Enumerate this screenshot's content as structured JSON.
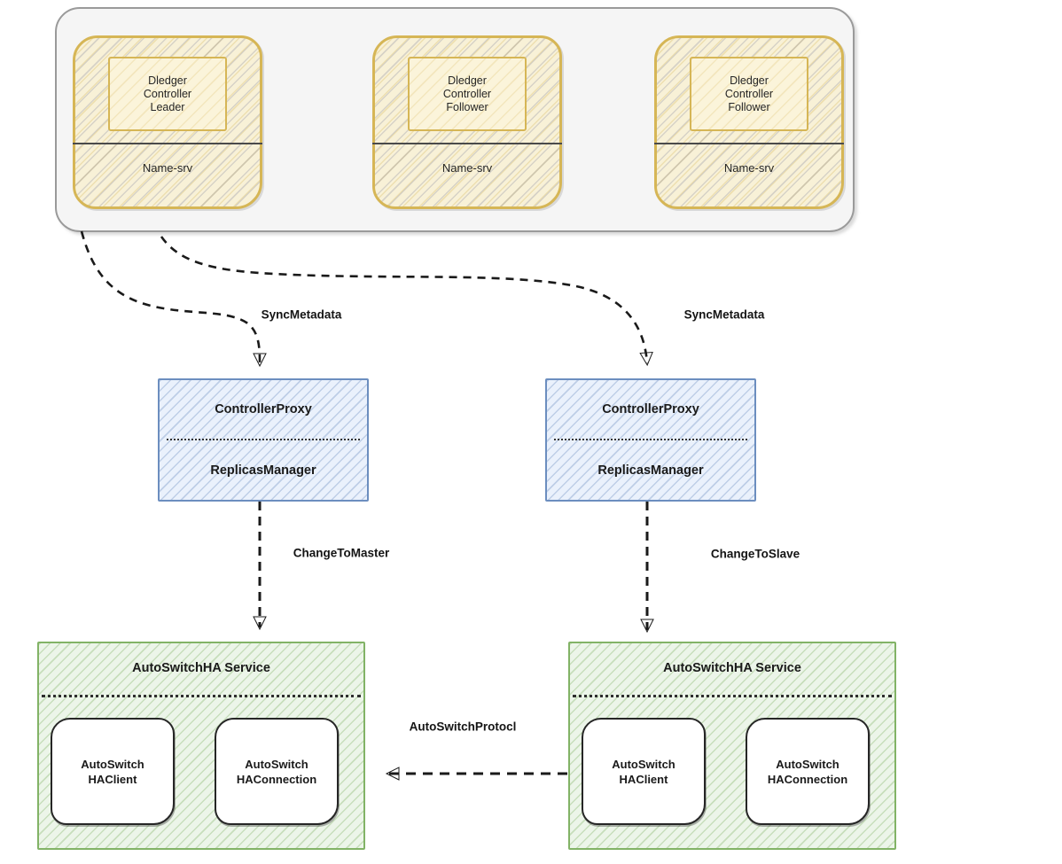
{
  "cluster": {
    "nodes": [
      {
        "controller": "Dledger\nController\nLeader",
        "service": "Name-srv"
      },
      {
        "controller": "Dledger\nController\nFollower",
        "service": "Name-srv"
      },
      {
        "controller": "Dledger\nController\nFollower",
        "service": "Name-srv"
      }
    ]
  },
  "proxies": [
    {
      "top": "ControllerProxy",
      "bottom": "ReplicasManager"
    },
    {
      "top": "ControllerProxy",
      "bottom": "ReplicasManager"
    }
  ],
  "ha_services": [
    {
      "title": "AutoSwitchHA Service",
      "components": [
        "AutoSwitch\nHAClient",
        "AutoSwitch\nHAConnection"
      ]
    },
    {
      "title": "AutoSwitchHA Service",
      "components": [
        "AutoSwitch\nHAClient",
        "AutoSwitch\nHAConnection"
      ]
    }
  ],
  "edges": {
    "sync_metadata_left": "SyncMetadata",
    "sync_metadata_right": "SyncMetadata",
    "change_to_master": "ChangeToMaster",
    "change_to_slave": "ChangeToSlave",
    "auto_switch_protocol": "AutoSwitchProtocl"
  },
  "colors": {
    "node_border": "#d6b656",
    "node_fill": "#f8f1d7",
    "proxy_border": "#6c8ebf",
    "proxy_fill": "#eaf1fc",
    "service_border": "#82b366",
    "service_fill": "#ecf5e9",
    "cluster_fill": "#f5f5f5",
    "edge_color": "#1a1a1a"
  }
}
